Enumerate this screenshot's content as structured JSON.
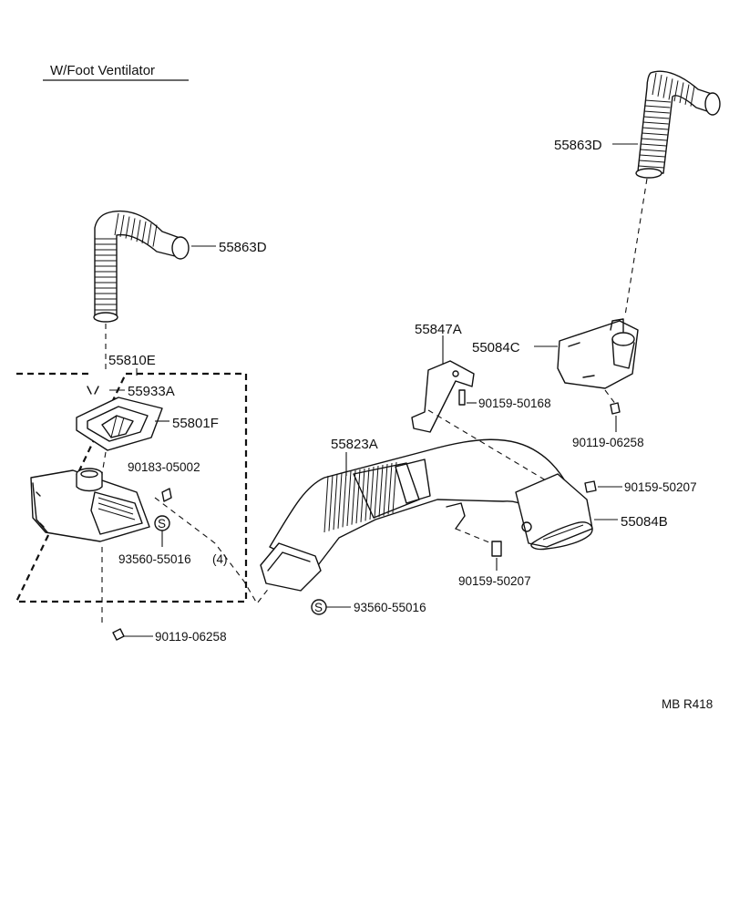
{
  "title": "W/Foot Ventilator",
  "diagram_ref": "MB R418",
  "parts": {
    "hose_left": "55863D",
    "hose_right": "55863D",
    "duct_box_assy": "55810E",
    "seal": "55933A",
    "damper_frame": "55801F",
    "clip_upper": "90183-05002",
    "sealer_left": "93560-55016",
    "sealer_left_qty": "(4)",
    "screw_left_bottom": "90119-06258",
    "main_duct": "55823A",
    "sealer_mid": "93560-55016",
    "bracket": "55847A",
    "bolt_bracket": "90159-50168",
    "duct_right_upper": "55084C",
    "screw_right": "90119-06258",
    "bolt_right": "90159-50207",
    "duct_right_lower": "55084B",
    "bolt_bottom": "90159-50207"
  },
  "symbols": {
    "sealer_symbol": "S"
  }
}
